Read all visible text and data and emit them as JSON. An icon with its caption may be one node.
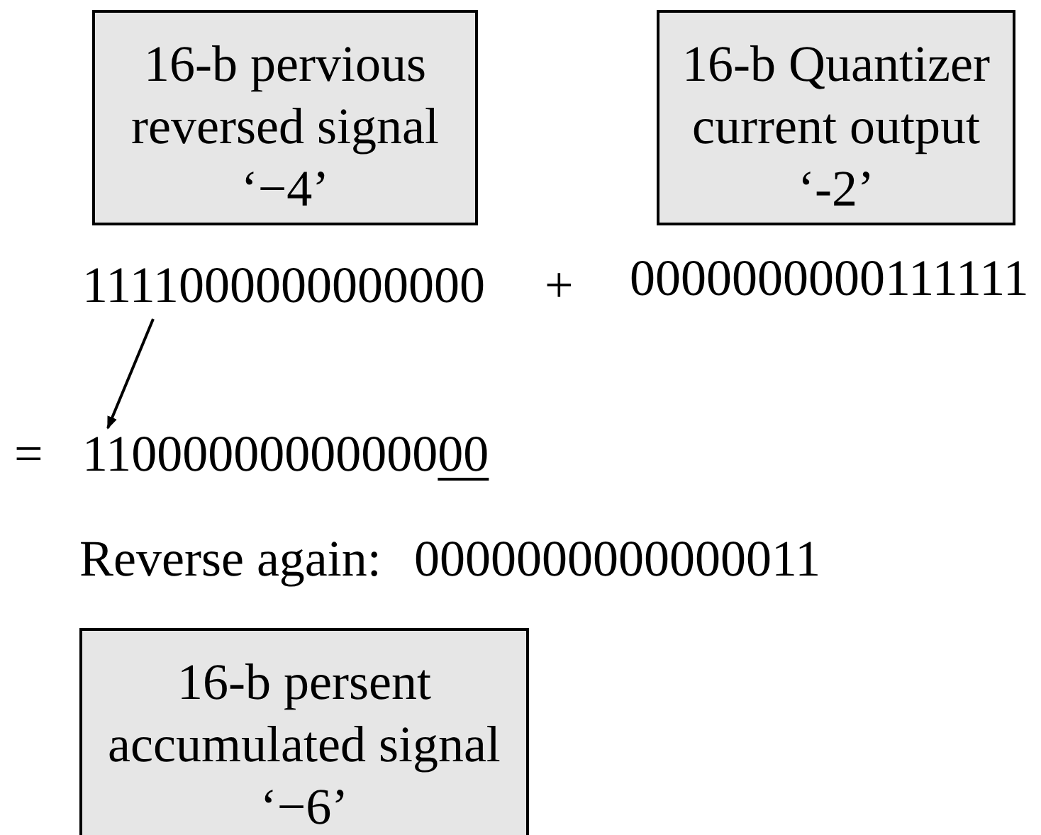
{
  "diagram": {
    "nodes": [
      {
        "text": [
          "16-b pervious reversed signal",
          "‘−4’"
        ]
      },
      {
        "text": [
          "16-b Quantizer current output",
          "‘-2’"
        ]
      },
      {
        "text": [
          "1111000000000000"
        ]
      },
      {
        "text": [
          "1100000000000000"
        ]
      },
      {
        "text": [
          "16-b persent accumulated signal",
          "‘−6’"
        ]
      }
    ],
    "edges": [
      {
        "from": 2,
        "to": 3,
        "arrow": "to"
      }
    ],
    "labels": [
      "+",
      "0000000000111111",
      "=",
      "Reverse again:",
      "0000000000000011"
    ]
  }
}
